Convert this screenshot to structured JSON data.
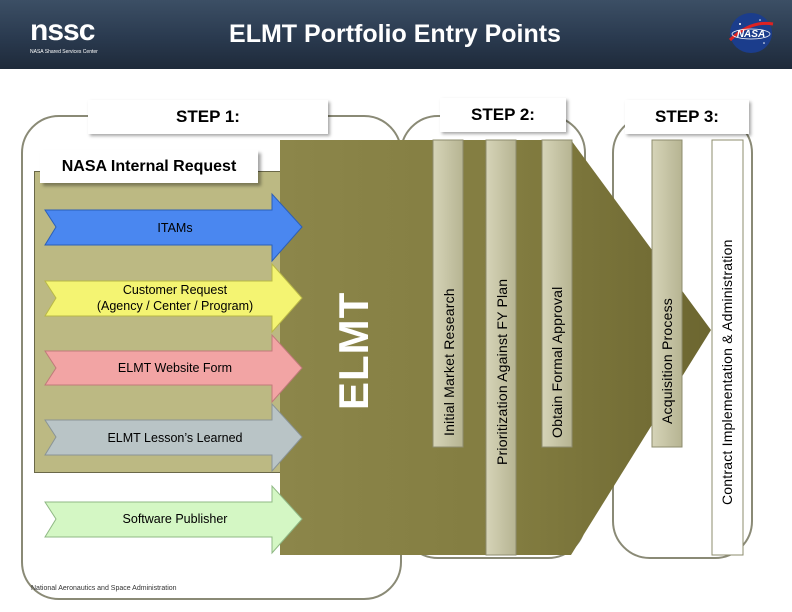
{
  "header": {
    "logo_text": "nssc",
    "logo_subtext": "NASA Shared Services Center",
    "title": "ELMT Portfolio Entry Points",
    "right_logo_text": "NASA"
  },
  "steps": {
    "step1": "STEP 1:",
    "step2": "STEP 2:",
    "step3": "STEP 3:"
  },
  "request_header": "NASA Internal Request",
  "entry_points": [
    {
      "label": "ITAMs",
      "color": "#4a87f0"
    },
    {
      "label_line1": "Customer Request",
      "label_line2": "(Agency / Center / Program)",
      "color": "#f4f472"
    },
    {
      "label": "ELMT Website Form",
      "color": "#f2a4a4"
    },
    {
      "label": "ELMT Lesson’s Learned",
      "color": "#b9c4c6"
    },
    {
      "label": "Software Publisher",
      "color": "#d4f7c4"
    }
  ],
  "central_label": "ELMT",
  "process_steps": [
    "Initial Market Research",
    "Prioritization Against FY Plan",
    "Obtain Formal Approval",
    "Acquisition Process",
    "Contract Implementation & Administration"
  ],
  "colors": {
    "header_bg": "#2a3a4f",
    "elmt_block": "#8f8a4e",
    "panel_border": "#8a8a76",
    "bar_fill": "#c3c1a3"
  },
  "footer": "National Aeronautics and Space Administration"
}
